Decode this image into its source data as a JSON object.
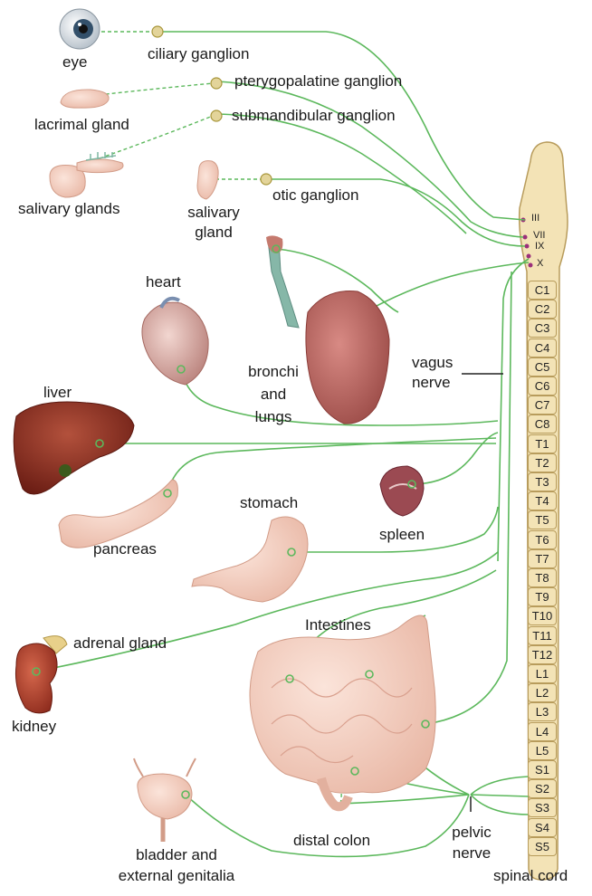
{
  "labels": {
    "eye": "eye",
    "ciliary_ganglion": "ciliary ganglion",
    "pterygopalatine_ganglion": "pterygopalatine ganglion",
    "lacrimal_gland": "lacrimal gland",
    "submandibular_ganglion": "submandibular ganglion",
    "salivary_glands": "salivary glands",
    "salivary_gland_1": "salivary",
    "salivary_gland_2": "gland",
    "otic_ganglion": "otic ganglion",
    "heart": "heart",
    "bronchi_1": "bronchi",
    "bronchi_2": "and",
    "bronchi_3": "lungs",
    "vagus_1": "vagus",
    "vagus_2": "nerve",
    "liver": "liver",
    "pancreas": "pancreas",
    "stomach": "stomach",
    "spleen": "spleen",
    "intestines": "Intestines",
    "adrenal_gland": "adrenal gland",
    "kidney": "kidney",
    "distal_colon": "distal colon",
    "bladder_1": "bladder and",
    "bladder_2": "external genitalia",
    "pelvic_1": "pelvic",
    "pelvic_2": "nerve",
    "spinal_cord": "spinal cord"
  },
  "cranial_nerves": [
    "III",
    "VII",
    "IX",
    "X"
  ],
  "spinal_segments": [
    "C1",
    "C2",
    "C3",
    "C4",
    "C5",
    "C6",
    "C7",
    "C8",
    "T1",
    "T2",
    "T3",
    "T4",
    "T5",
    "T6",
    "T7",
    "T8",
    "T9",
    "T10",
    "T11",
    "T12",
    "L1",
    "L2",
    "L3",
    "L4",
    "L5",
    "S1",
    "S2",
    "S3",
    "S4",
    "S5"
  ],
  "colors": {
    "nerve": "#5cb85c",
    "cord_fill": "#f3e3b6",
    "cord_border": "#b89c5c",
    "ganglion": "#e3d49a",
    "nucleus": "#9b2f7a"
  }
}
